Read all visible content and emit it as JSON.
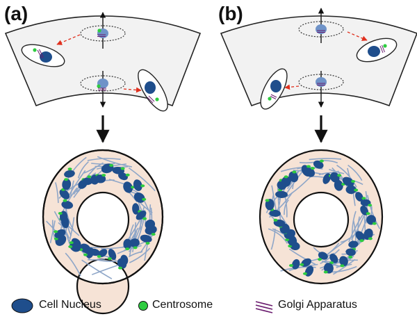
{
  "panels": [
    {
      "id": "a",
      "label": "(a)"
    },
    {
      "id": "b",
      "label": "(b)"
    }
  ],
  "legend": {
    "nucleus": "Cell Nucleus",
    "centrosome": "Centrosome",
    "golgi": "Golgi Apparatus"
  },
  "colors": {
    "nucleus": "#1f4e8c",
    "centrosome": "#2ecc40",
    "golgi": "#6a1b6e",
    "migration_arrow": "#e0301e",
    "band": "#f2f2f2",
    "ring_fill": "#f6e3d6",
    "cell_process": "#8ea6c8"
  }
}
